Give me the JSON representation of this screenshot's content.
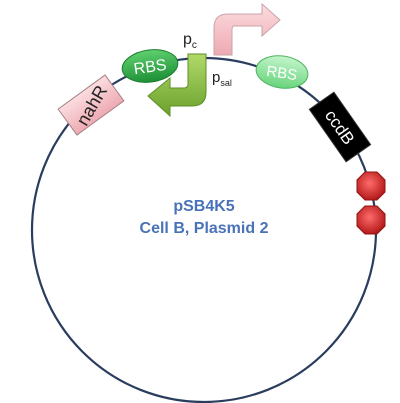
{
  "plasmid": {
    "name": "pSB4K5",
    "subtitle": "Cell B, Plasmid 2"
  },
  "parts": {
    "nahr": "nahR",
    "rbs_left": "RBS",
    "rbs_right": "RBS",
    "ccdb": "ccdB",
    "pc_main": "p",
    "pc_sub": "c",
    "psal_main": "p",
    "psal_sub": "sal"
  },
  "colors": {
    "backbone": "#2a3d5e",
    "nahr_fill": "#f4c1c6",
    "rbs_left_fill": "#2fb24a",
    "rbs_right_fill": "#8ee29c",
    "ccdb_fill": "#000000",
    "terminator_fill": "#d22a2a",
    "promoter_pc_fill": "#8bbd3b",
    "promoter_psal_fill": "#f7c9cc",
    "title_color": "#4a72b8"
  },
  "icons": {
    "promoter_pc": "bent-arrow-left-icon",
    "promoter_psal": "bent-arrow-right-icon",
    "terminator": "octagon-icon"
  }
}
